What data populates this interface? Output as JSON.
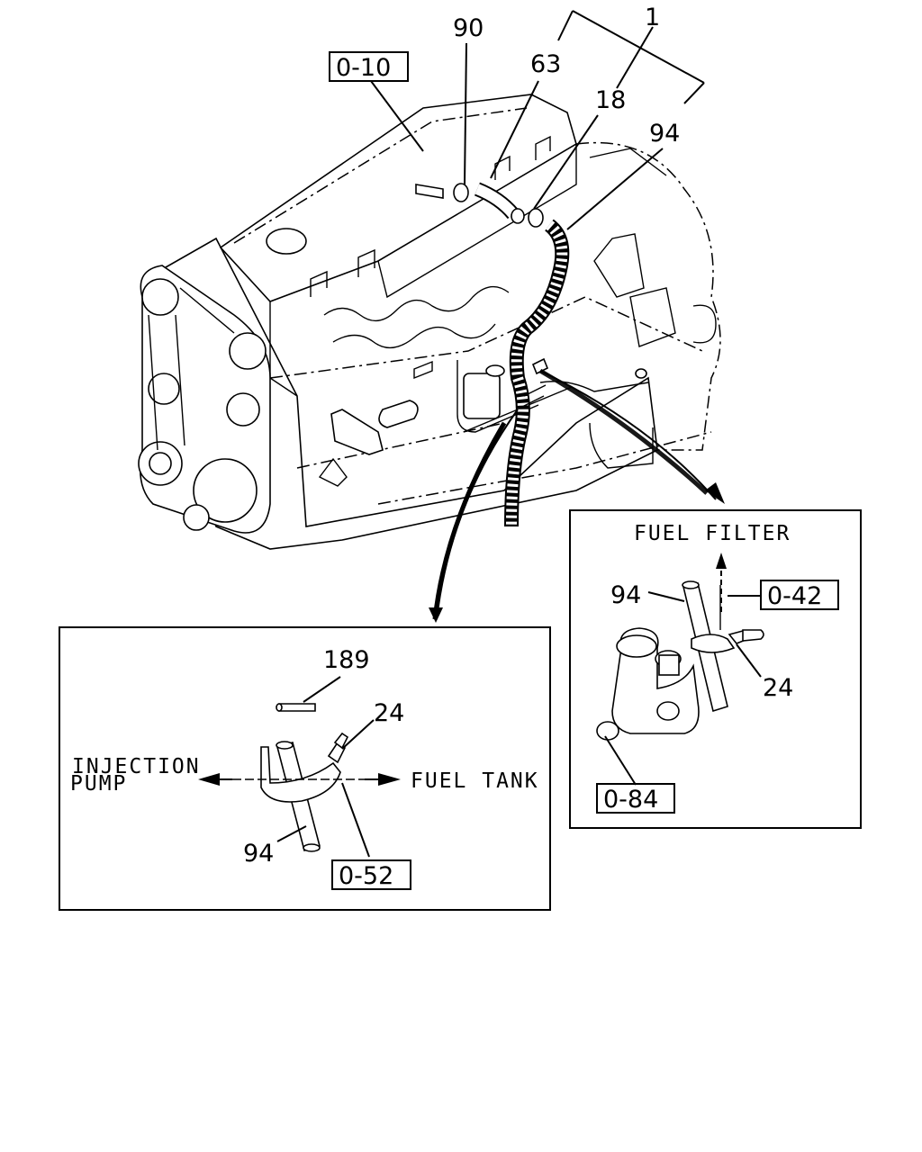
{
  "callouts": {
    "p90": "90",
    "p1": "1",
    "p63": "63",
    "p18": "18",
    "p94": "94"
  },
  "refs": {
    "r010": "0-10",
    "r042": "0-42",
    "r084": "0-84",
    "r052": "0-52"
  },
  "detail_right": {
    "direction_label": "FUEL FILTER",
    "p94": "94",
    "p24": "24"
  },
  "detail_left": {
    "p189": "189",
    "p24": "24",
    "p94": "94",
    "left_label_line1": "INJECTION",
    "left_label_line2": "PUMP",
    "right_label": "FUEL TANK"
  }
}
